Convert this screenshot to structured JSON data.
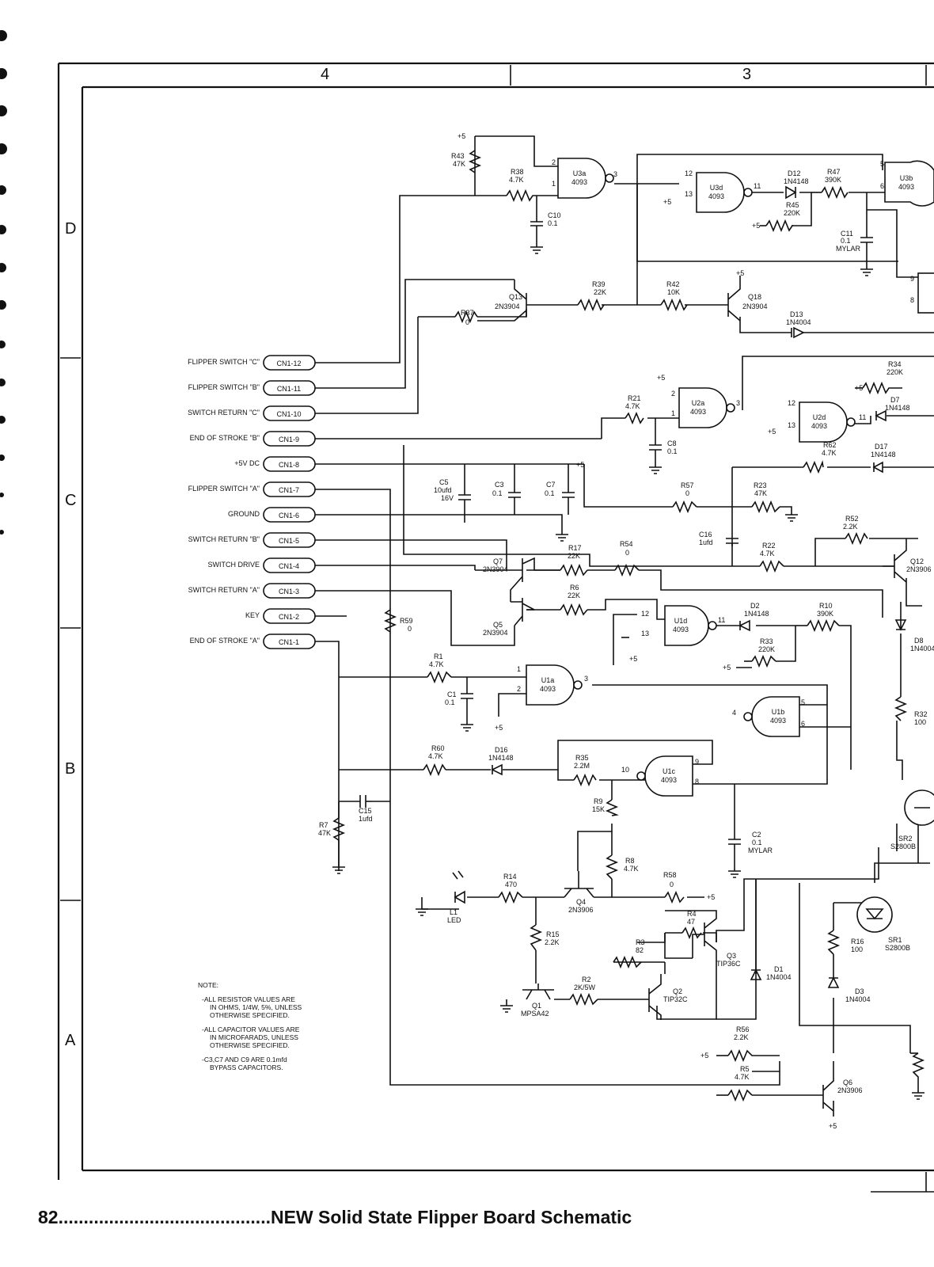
{
  "page_caption": "82..........................................NEW Solid State Flipper Board Schematic",
  "zones": {
    "cols": [
      "4",
      "3"
    ],
    "rows": [
      "D",
      "C",
      "B",
      "A"
    ]
  },
  "connector": [
    {
      "label": "FLIPPER SWITCH \"C\"",
      "pin": "CN1-12"
    },
    {
      "label": "FLIPPER SWITCH \"B\"",
      "pin": "CN1-11"
    },
    {
      "label": "SWITCH RETURN \"C\"",
      "pin": "CN1-10"
    },
    {
      "label": "END OF STROKE \"B\"",
      "pin": "CN1-9"
    },
    {
      "label": "+5V DC",
      "pin": "CN1-8"
    },
    {
      "label": "FLIPPER SWITCH \"A\"",
      "pin": "CN1-7"
    },
    {
      "label": "GROUND",
      "pin": "CN1-6"
    },
    {
      "label": "SWITCH RETURN \"B\"",
      "pin": "CN1-5"
    },
    {
      "label": "SWITCH DRIVE",
      "pin": "CN1-4"
    },
    {
      "label": "SWITCH RETURN \"A\"",
      "pin": "CN1-3"
    },
    {
      "label": "KEY",
      "pin": "CN1-2"
    },
    {
      "label": "END OF STROKE \"A\"",
      "pin": "CN1-1"
    }
  ],
  "gates": {
    "U3a": {
      "ref": "U3a",
      "part": "4093"
    },
    "U3d": {
      "ref": "U3d",
      "part": "4093"
    },
    "U3b": {
      "ref": "U3b",
      "part": "4093"
    },
    "U2a": {
      "ref": "U2a",
      "part": "4093"
    },
    "U2d": {
      "ref": "U2d",
      "part": "4093"
    },
    "U1d": {
      "ref": "U1d",
      "part": "4093"
    },
    "U1a": {
      "ref": "U1a",
      "part": "4093"
    },
    "U1b": {
      "ref": "U1b",
      "part": "4093"
    },
    "U1c": {
      "ref": "U1c",
      "part": "4093"
    }
  },
  "resistors": {
    "R43": {
      "ref": "R43",
      "value": "47K"
    },
    "R38": {
      "ref": "R38",
      "value": "4.7K"
    },
    "R47": {
      "ref": "R47",
      "value": "390K"
    },
    "R45": {
      "ref": "R45",
      "value": "220K"
    },
    "R39": {
      "ref": "R39",
      "value": "22K"
    },
    "R42": {
      "ref": "R42",
      "value": "10K"
    },
    "R37": {
      "ref": "R37",
      "value": "0"
    },
    "R34": {
      "ref": "R34",
      "value": "220K"
    },
    "R21": {
      "ref": "R21",
      "value": "4.7K"
    },
    "R62": {
      "ref": "R62",
      "value": "4.7K"
    },
    "R57": {
      "ref": "R57",
      "value": "0"
    },
    "R23": {
      "ref": "R23",
      "value": "47K"
    },
    "R52": {
      "ref": "R52",
      "value": "2.2K"
    },
    "R22": {
      "ref": "R22",
      "value": "4.7K"
    },
    "R17": {
      "ref": "R17",
      "value": "22K"
    },
    "R54": {
      "ref": "R54",
      "value": "0"
    },
    "R6": {
      "ref": "R6",
      "value": "22K"
    },
    "R59": {
      "ref": "R59",
      "value": "0"
    },
    "R10": {
      "ref": "R10",
      "value": "390K"
    },
    "R33": {
      "ref": "R33",
      "value": "220K"
    },
    "R1": {
      "ref": "R1",
      "value": "4.7K"
    },
    "R60": {
      "ref": "R60",
      "value": "4.7K"
    },
    "R35": {
      "ref": "R35",
      "value": "2.2M"
    },
    "R9": {
      "ref": "R9",
      "value": "15K"
    },
    "R8": {
      "ref": "R8",
      "value": "4.7K"
    },
    "R58": {
      "ref": "R58",
      "value": "0"
    },
    "R7": {
      "ref": "R7",
      "value": "47K"
    },
    "R14": {
      "ref": "R14",
      "value": "470"
    },
    "R15": {
      "ref": "R15",
      "value": "2.2K"
    },
    "R4": {
      "ref": "R4",
      "value": "47"
    },
    "R3": {
      "ref": "R3",
      "value": "82"
    },
    "R2": {
      "ref": "R2",
      "value": "2K/5W"
    },
    "R32": {
      "ref": "R32",
      "value": "100"
    },
    "R16": {
      "ref": "R16",
      "value": "100"
    },
    "R56": {
      "ref": "R56",
      "value": "2.2K"
    },
    "R5": {
      "ref": "R5",
      "value": "4.7K"
    }
  },
  "capacitors": {
    "C10": {
      "ref": "C10",
      "value": "0.1"
    },
    "C11": {
      "ref": "C11",
      "value": "0.1",
      "type": "MYLAR"
    },
    "C8": {
      "ref": "C8",
      "value": "0.1"
    },
    "C5": {
      "ref": "C5",
      "value": "10ufd",
      "rating": "16V"
    },
    "C3": {
      "ref": "C3",
      "value": "0.1"
    },
    "C7": {
      "ref": "C7",
      "value": "0.1"
    },
    "C16": {
      "ref": "C16",
      "value": "1ufd"
    },
    "C1": {
      "ref": "C1",
      "value": "0.1"
    },
    "C15": {
      "ref": "C15",
      "value": "1ufd"
    },
    "C2": {
      "ref": "C2",
      "value": "0.1",
      "type": "MYLAR"
    }
  },
  "diodes": {
    "D12": {
      "ref": "D12",
      "part": "1N4148"
    },
    "D13": {
      "ref": "D13",
      "part": "1N4004"
    },
    "D7": {
      "ref": "D7",
      "part": "1N4148"
    },
    "D17": {
      "ref": "D17",
      "part": "1N4148"
    },
    "D2": {
      "ref": "D2",
      "part": "1N4148"
    },
    "D16": {
      "ref": "D16",
      "part": "1N4148"
    },
    "D8": {
      "ref": "D8",
      "part": "1N4004"
    },
    "D1": {
      "ref": "D1",
      "part": "1N4004"
    },
    "D3": {
      "ref": "D3",
      "part": "1N4004"
    }
  },
  "transistors": {
    "Q13": {
      "ref": "Q13",
      "part": "2N3904"
    },
    "Q18": {
      "ref": "Q18",
      "part": "2N3904"
    },
    "Q12": {
      "ref": "Q12",
      "part": "2N3906"
    },
    "Q7": {
      "ref": "Q7",
      "part": "2N3904"
    },
    "Q5": {
      "ref": "Q5",
      "part": "2N3904"
    },
    "Q4": {
      "ref": "Q4",
      "part": "2N3906"
    },
    "Q3": {
      "ref": "Q3",
      "part": "TIP36C"
    },
    "Q2": {
      "ref": "Q2",
      "part": "TIP32C"
    },
    "Q1": {
      "ref": "Q1",
      "part": "MPSA42"
    },
    "Q6": {
      "ref": "Q6",
      "part": "2N3906"
    }
  },
  "misc": {
    "L1": {
      "ref": "L1",
      "part": "LED"
    },
    "SR1": {
      "ref": "SR1",
      "part": "S2800B"
    },
    "SR2": {
      "ref": "SR2",
      "part": "S2800B"
    },
    "plus5": "+5"
  },
  "notes": [
    "NOTE:",
    "-ALL RESISTOR VALUES ARE",
    "IN OHMS, 1/4W, 5%, UNLESS",
    "OTHERWISE SPECIFIED.",
    "-ALL CAPACITOR VALUES ARE",
    "IN MICROFARADS, UNLESS",
    "OTHERWISE SPECIFIED.",
    "-C3,C7 AND C9 ARE 0.1mfd",
    "BYPASS CAPACITORS."
  ],
  "colors": {
    "ink": "#111111",
    "paper": "#ffffff"
  }
}
